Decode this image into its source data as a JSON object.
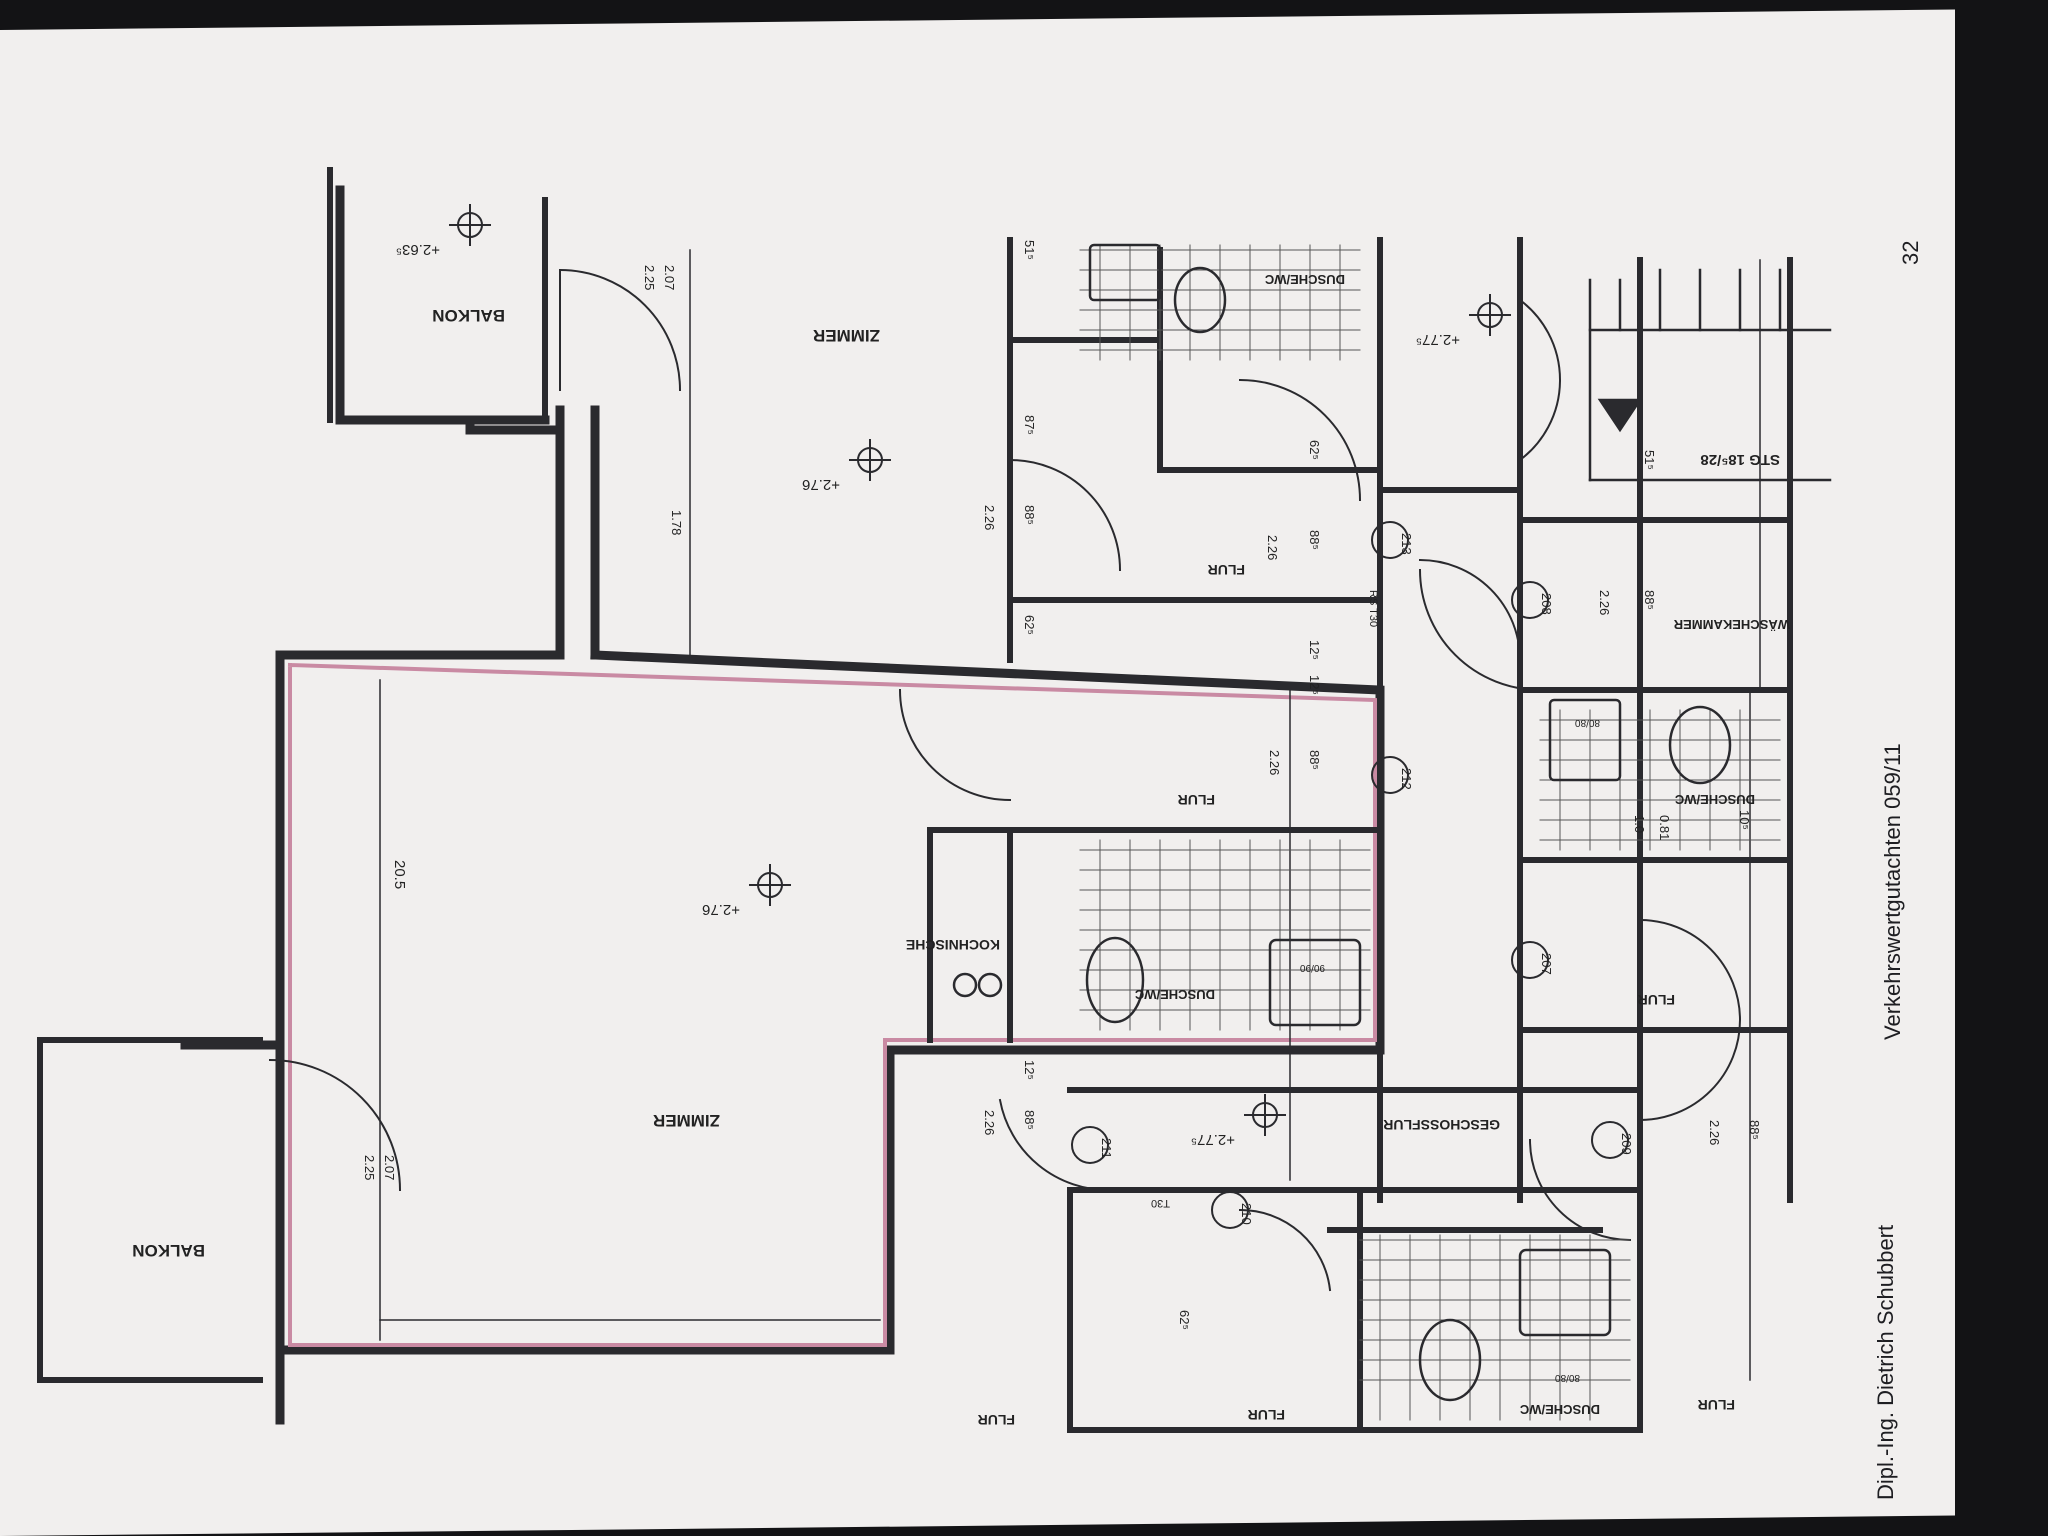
{
  "document": {
    "footer_author": "Dipl.-Ing. Dietrich Schubbert",
    "footer_title": "Verkehrswertgutachten 059/11",
    "page_number": "32"
  },
  "rooms": {
    "zimmer_top": "ZIMMER",
    "zimmer_main": "ZIMMER",
    "balkon_top": "BALKON",
    "balkon_left": "BALKON",
    "kochnische": "KOCHNISCHE",
    "dusche_wc_1": "DUSCHE/WC",
    "dusche_wc_2": "DUSCHE/WC",
    "dusche_wc_3": "DUSCHE/WC",
    "dusche_wc_4": "DUSCHE/WC",
    "flur_1": "FLUR",
    "flur_2": "FLUR",
    "flur_3": "FLUR",
    "flur_4": "FLUR",
    "flur_5": "FLUR",
    "flur_6": "FLUR",
    "geschossflur": "GESCHOSSFLUR",
    "waschekammer": "WÄSCHEKAMMER",
    "stair": "STG 18⁵/28"
  },
  "levels": {
    "l1": "+2.63⁵",
    "l2": "+2.76",
    "l3": "+2.76",
    "l4": "+2.77⁵",
    "l5": "+2.77⁵"
  },
  "door_numbers": {
    "d213": "213",
    "d212": "212",
    "d211": "211",
    "d210": "210",
    "d209": "209",
    "d208": "208",
    "d207": "207"
  },
  "fire_ratings": {
    "rs_t30": "RS T30",
    "t30": "T30"
  },
  "dimensions": {
    "d1": "2.07",
    "d2": "2.25",
    "d3": "1.78",
    "d4": "2.26",
    "d5": "88⁵",
    "d6": "87⁵",
    "d7": "62⁵",
    "d8": "51⁵",
    "d9": "20.5",
    "d10": "2.26",
    "d11": "88⁵",
    "d12": "12⁵",
    "d13": "2.07",
    "d14": "2.25",
    "d15": "2.26",
    "d16": "88⁵",
    "d17": "12⁵",
    "d18": "62⁵",
    "d19": "51⁵",
    "d20": "2.26",
    "d21": "88⁵",
    "d22": "1.0",
    "d23": "0.81",
    "d24": "10⁵",
    "d25": "90/90",
    "d26": "80/80",
    "d27": "80/80",
    "d28": "2.26",
    "d29": "88⁵",
    "d30": "62⁵",
    "d31": "12⁵",
    "d32": "2.26",
    "d33": "88⁵"
  }
}
